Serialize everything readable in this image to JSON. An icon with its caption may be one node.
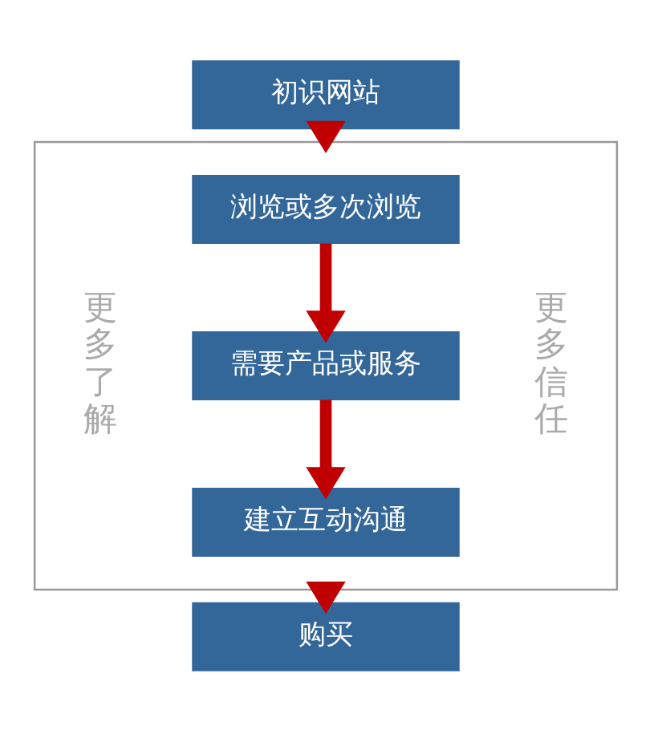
{
  "diagram": {
    "nodes": [
      {
        "text": [
          "初识网站"
        ]
      },
      {
        "text": [
          "更多了解",
          "更多信任"
        ]
      },
      {
        "text": [
          "浏览或多次浏览"
        ],
        "in": 1
      },
      {
        "text": [
          "需要产品或服务"
        ],
        "in": 1
      },
      {
        "text": [
          "建立互动沟通"
        ],
        "in": 1
      },
      {
        "text": [
          "购买"
        ]
      }
    ],
    "edges": [
      {
        "from": 0,
        "to": 1,
        "arrow": "to"
      },
      {
        "from": 2,
        "to": 3,
        "arrow": "to"
      },
      {
        "from": 3,
        "to": 4,
        "arrow": "to"
      },
      {
        "from": 1,
        "to": 5,
        "arrow": "to"
      }
    ]
  }
}
